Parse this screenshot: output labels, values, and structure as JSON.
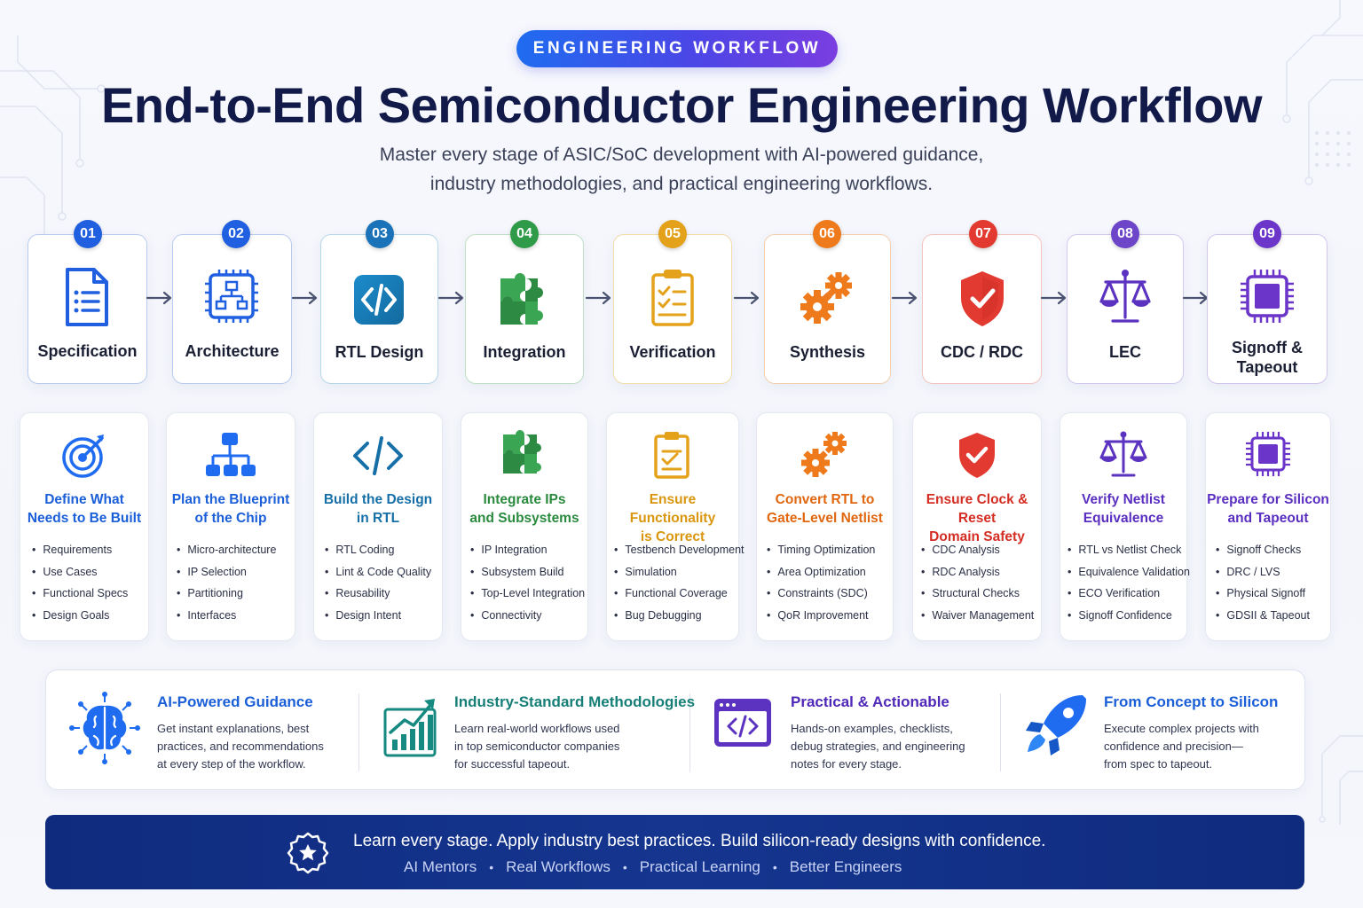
{
  "header": {
    "badge": "ENGINEERING WORKFLOW",
    "title": "End-to-End Semiconductor Engineering Workflow",
    "subtitle_line1": "Master every stage of ASIC/SoC development with AI-powered guidance,",
    "subtitle_line2": "industry methodologies, and practical engineering workflows."
  },
  "steps": [
    {
      "num": "01",
      "label": "Specification",
      "color": "#1f5fe0",
      "icon": "document-icon",
      "detail_title_1": "Define What",
      "detail_title_2": "Needs to Be Built",
      "items": [
        "Requirements",
        "Use Cases",
        "Functional Specs",
        "Design Goals"
      ]
    },
    {
      "num": "02",
      "label": "Architecture",
      "color": "#1f5fe0",
      "icon": "chip-block-diagram-icon",
      "detail_title_1": "Plan the Blueprint",
      "detail_title_2": "of the Chip",
      "items": [
        "Micro-architecture",
        "IP Selection",
        "Partitioning",
        "Interfaces"
      ]
    },
    {
      "num": "03",
      "label": "RTL Design",
      "color": "#1a73b8",
      "icon": "code-brackets-icon",
      "detail_title_1": "Build the Design",
      "detail_title_2": "in RTL",
      "items": [
        "RTL Coding",
        "Lint & Code Quality",
        "Reusability",
        "Design Intent"
      ]
    },
    {
      "num": "04",
      "label": "Integration",
      "color": "#2f9a48",
      "icon": "puzzle-icon",
      "detail_title_1": "Integrate IPs",
      "detail_title_2": "and Subsystems",
      "items": [
        "IP Integration",
        "Subsystem Build",
        "Top-Level Integration",
        "Connectivity"
      ]
    },
    {
      "num": "05",
      "label": "Verification",
      "color": "#e3a21a",
      "icon": "checklist-icon",
      "detail_title_1": "Ensure Functionality",
      "detail_title_2": "is Correct",
      "items": [
        "Testbench Development",
        "Simulation",
        "Functional Coverage",
        "Bug Debugging"
      ]
    },
    {
      "num": "06",
      "label": "Synthesis",
      "color": "#ee7a1c",
      "icon": "gears-icon",
      "detail_title_1": "Convert RTL to",
      "detail_title_2": "Gate-Level Netlist",
      "items": [
        "Timing Optimization",
        "Area Optimization",
        "Constraints (SDC)",
        "QoR Improvement"
      ]
    },
    {
      "num": "07",
      "label": "CDC / RDC",
      "color": "#e23a30",
      "icon": "shield-check-icon",
      "detail_title_1": "Ensure Clock & Reset",
      "detail_title_2": "Domain Safety",
      "items": [
        "CDC Analysis",
        "RDC Analysis",
        "Structural Checks",
        "Waiver Management"
      ]
    },
    {
      "num": "08",
      "label": "LEC",
      "color": "#6c45c9",
      "icon": "balance-scale-icon",
      "detail_title_1": "Verify Netlist",
      "detail_title_2": "Equivalence",
      "items": [
        "RTL vs Netlist Check",
        "Equivalence Validation",
        "ECO Verification",
        "Signoff Confidence"
      ]
    },
    {
      "num": "09",
      "label": "Signoff &",
      "label2": "Tapeout",
      "color": "#6a35c8",
      "icon": "processor-chip-icon",
      "detail_title_1": "Prepare for Silicon",
      "detail_title_2": "and Tapeout",
      "items": [
        "Signoff Checks",
        "DRC / LVS",
        "Physical Signoff",
        "GDSII & Tapeout"
      ]
    }
  ],
  "features": [
    {
      "title": "AI-Powered Guidance",
      "icon": "ai-brain-icon",
      "desc": [
        "Get instant explanations, best",
        "practices, and recommendations",
        "at every step of the workflow."
      ]
    },
    {
      "title": "Industry-Standard Methodologies",
      "icon": "growth-chart-icon",
      "desc": [
        "Learn real-world workflows used",
        "in top semiconductor companies",
        "for successful tapeout."
      ]
    },
    {
      "title": "Practical & Actionable",
      "icon": "code-window-icon",
      "desc": [
        "Hands-on examples, checklists,",
        "debug strategies, and engineering",
        "notes for every stage."
      ]
    },
    {
      "title": "From Concept to Silicon",
      "icon": "rocket-icon",
      "desc": [
        "Execute complex projects with",
        "confidence and precision—",
        "from spec to tapeout."
      ]
    }
  ],
  "banner": {
    "main": "Learn every stage. Apply industry best practices. Build silicon-ready designs with confidence.",
    "tags": [
      "AI Mentors",
      "Real Workflows",
      "Practical Learning",
      "Better Engineers"
    ],
    "icon": "star-badge-icon"
  }
}
